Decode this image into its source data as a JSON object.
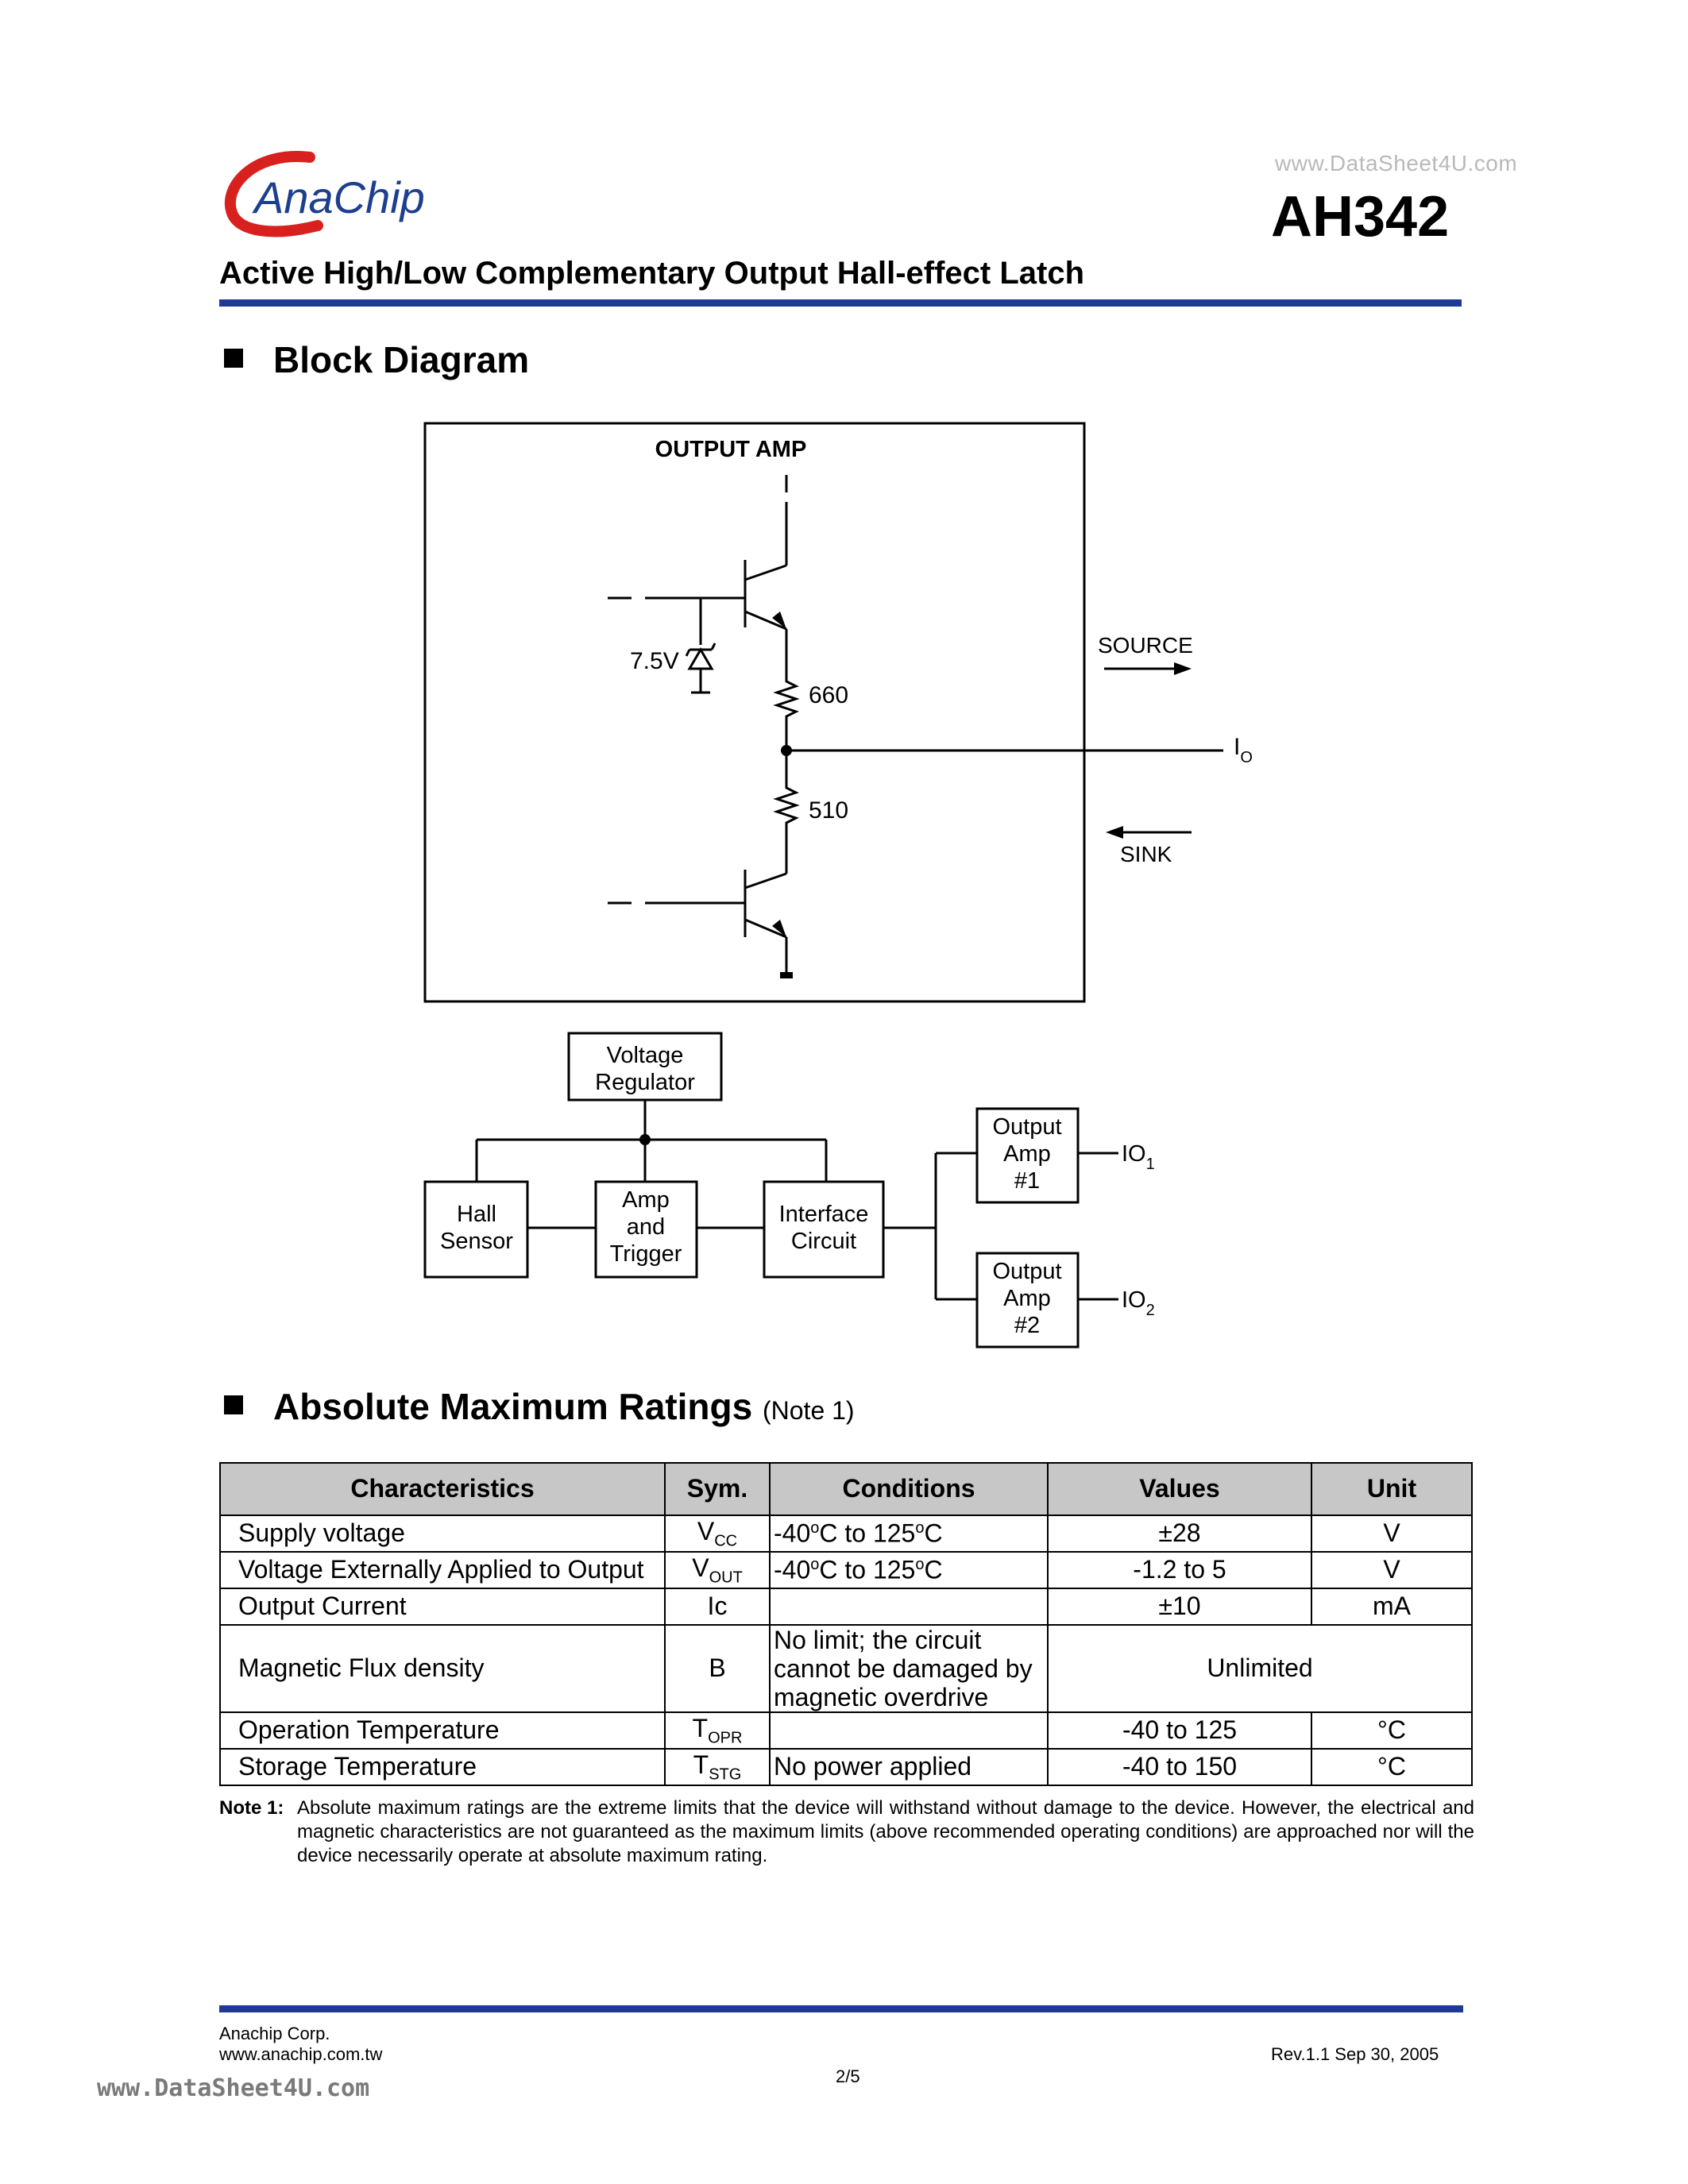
{
  "header": {
    "logo_text": "AnaChip",
    "watermark": "www.DataSheet4U.com",
    "part_number": "AH342",
    "subtitle": "Active High/Low Complementary Output Hall-effect Latch"
  },
  "block_diagram": {
    "heading": "Block Diagram",
    "output_amp_title": "OUTPUT AMP",
    "zener_voltage": "7.5V",
    "resistor_top": "660",
    "resistor_bottom": "510",
    "source_label": "SOURCE",
    "sink_label": "SINK",
    "io_label": "I",
    "io_sub": "O",
    "voltage_regulator": [
      "Voltage",
      "Regulator"
    ],
    "hall_sensor": [
      "Hall",
      "Sensor"
    ],
    "amp_trigger": [
      "Amp",
      "and",
      "Trigger"
    ],
    "interface_circuit": [
      "Interface",
      "Circuit"
    ],
    "output_amp_1": [
      "Output",
      "Amp",
      "#1"
    ],
    "output_amp_2": [
      "Output",
      "Amp",
      "#2"
    ],
    "io1_label": "IO",
    "io1_sub": "1",
    "io2_label": "IO",
    "io2_sub": "2"
  },
  "ratings": {
    "heading": "Absolute Maximum Ratings",
    "heading_note": "(Note 1)",
    "headers": [
      "Characteristics",
      "Sym.",
      "Conditions",
      "Values",
      "Unit"
    ],
    "rows": [
      {
        "char": "Supply voltage",
        "sym": "V",
        "sym_sub": "CC",
        "cond_pre": "-40",
        "cond_mid": "C to 125",
        "cond_post": "C",
        "value": "±28",
        "unit": "V"
      },
      {
        "char": "Voltage Externally Applied to Output",
        "sym": "V",
        "sym_sub": "OUT",
        "cond_pre": "-40",
        "cond_mid": "C to 125",
        "cond_post": "C",
        "value": "-1.2 to 5",
        "unit": "V"
      },
      {
        "char": "Output Current",
        "sym": "Ic",
        "value": "±10",
        "unit": "mA"
      },
      {
        "char": "Magnetic Flux density",
        "sym": "B",
        "cond_lines": [
          "No limit; the circuit",
          "cannot be damaged by",
          "magnetic overdrive"
        ],
        "value": "Unlimited"
      },
      {
        "char": "Operation Temperature",
        "sym": "T",
        "sym_sub": "OPR",
        "value": "-40 to 125",
        "unit": "°C"
      },
      {
        "char": "Storage Temperature",
        "sym": "T",
        "sym_sub": "STG",
        "cond": "No power applied",
        "value": "-40 to 150",
        "unit": "°C"
      }
    ],
    "degree": "o",
    "note_label": "Note 1:",
    "note_text": "Absolute maximum ratings are the extreme limits that the device will withstand without damage to the device. However, the electrical and magnetic characteristics are not guaranteed as the maximum limits (above recommended operating conditions) are approached nor will the device necessarily operate at absolute maximum rating."
  },
  "footer": {
    "company": "Anachip  Corp.",
    "url": "www.anachip.com.tw",
    "page": "2/5",
    "revision": "Rev.1.1   Sep  30,  2005",
    "watermark": "www.DataSheet4U.com"
  },
  "colors": {
    "rule": "#1e3a96",
    "logo_red": "#d8201e",
    "logo_blue": "#1c3f8f",
    "table_header_bg": "#c7c7c7"
  }
}
